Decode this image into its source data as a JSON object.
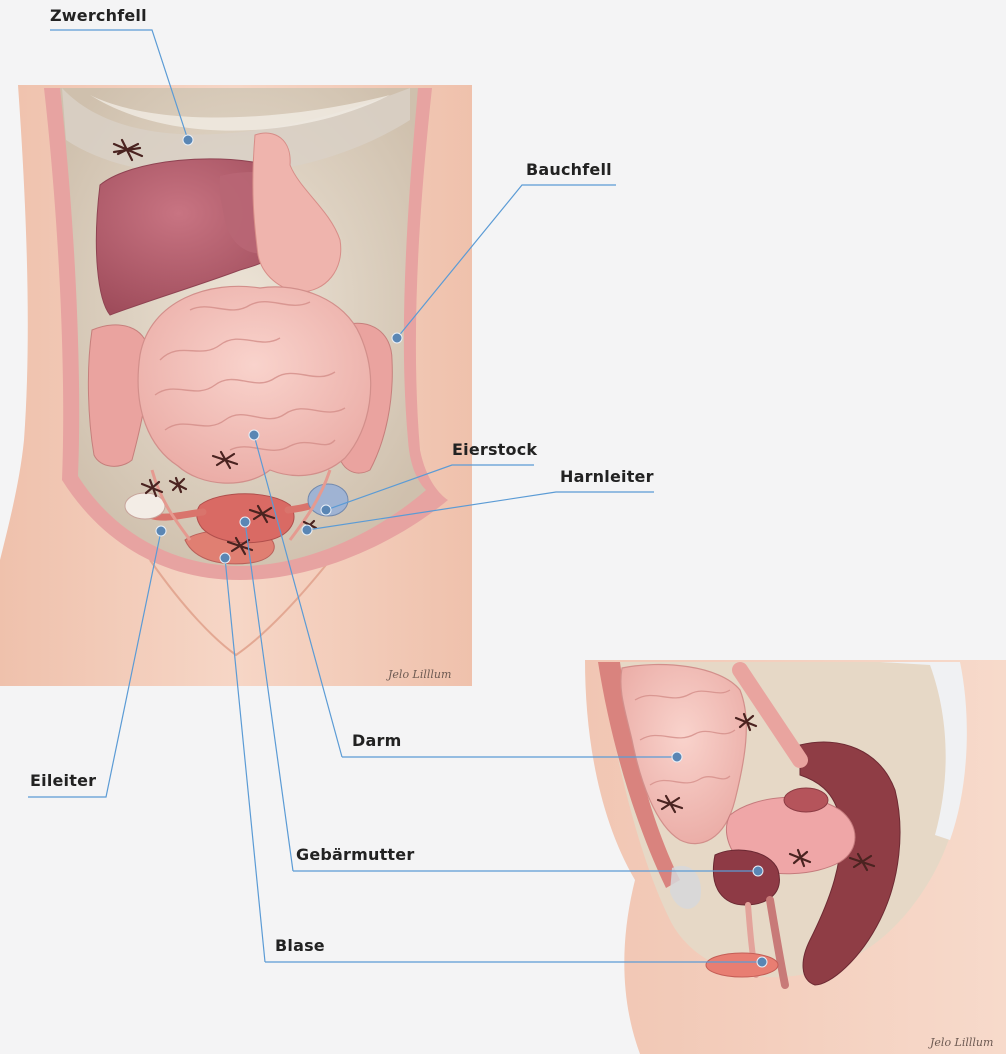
{
  "labels": {
    "zwerchfell": "Zwerchfell",
    "bauchfell": "Bauchfell",
    "eierstock": "Eierstock",
    "harnleiter": "Harnleiter",
    "darm": "Darm",
    "eileiter": "Eileiter",
    "gebaermutter": "Gebärmutter",
    "blase": "Blase"
  },
  "signature": "Jelo Lilllum",
  "colors": {
    "background": "#f4f4f5",
    "skin": "#f3cdbb",
    "cavity": "#e4d8c8",
    "liver": "#b35f6d",
    "intestine": "#f2b9b2",
    "peritoneum": "#d98a93",
    "leader_line": "#5b9bd5",
    "marker_dot": "#5a86b4",
    "lesion": "#4a2320"
  }
}
